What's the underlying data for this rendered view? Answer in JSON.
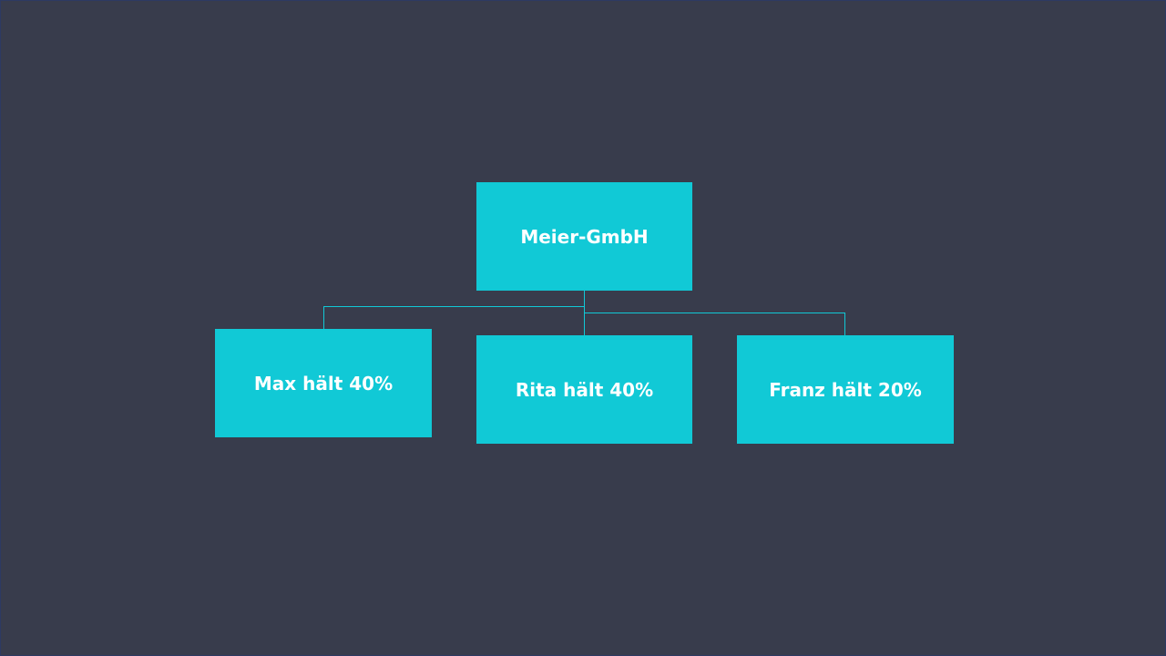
{
  "colors": {
    "background": "#383c4c",
    "node_fill": "#11c9d6",
    "node_text": "#ffffff",
    "connector": "#11c9d6"
  },
  "org_chart": {
    "root": {
      "label": "Meier-GmbH"
    },
    "children": [
      {
        "label": "Max hält 40%",
        "share_percent": 40
      },
      {
        "label": "Rita hält 40%",
        "share_percent": 40
      },
      {
        "label": "Franz hält 20%",
        "share_percent": 20
      }
    ]
  }
}
